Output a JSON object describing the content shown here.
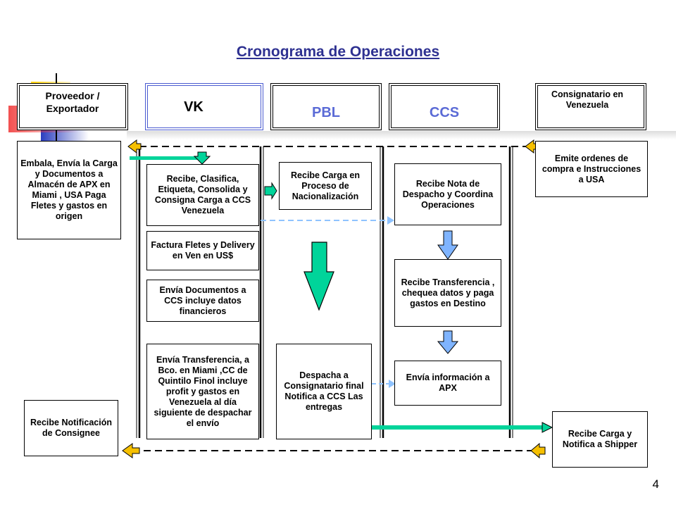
{
  "title": "Cronograma de Operaciones",
  "page_number": "4",
  "colors": {
    "title": "#2e3191",
    "blue_header": "#5b6bd6",
    "green_arrow": "#00d49a",
    "yellow_arrow": "#f6c000",
    "light_blue_arrow": "#8fc3ff"
  },
  "columns": {
    "proveedor": "Proveedor / Exportador",
    "vk": "VK",
    "pbl": "PBL",
    "ccs": "CCS",
    "consignatario": "Consignatario en Venezuela"
  },
  "steps": {
    "embala": "Embala, Envía la Carga y Documentos a Almacén de APX en Miami , USA Paga Fletes y gastos en origen",
    "emite": "Emite ordenes de compra e Instrucciones a USA",
    "recibe_clasifica": "Recibe, Clasifica, Etiqueta, Consolida y Consigna Carga a CCS Venezuela",
    "factura": "Factura Fletes y Delivery en Ven en US$",
    "envia_docs": "Envía Documentos a CCS incluye datos financieros",
    "envia_transferencia": "Envía Transferencia, a Bco. en Miami ,CC de Quintilo Finol incluye profit y gastos en Venezuela al día siguiente de despachar el envío",
    "recibe_carga_pbl": "Recibe Carga en Proceso de Nacionalización",
    "despacha": "Despacha a Consignatario final Notifica a CCS Las entregas",
    "recibe_nota": "Recibe Nota de Despacho y Coordina Operaciones",
    "recibe_transferencia": "Recibe Transferencia , chequea datos y paga gastos en Destino",
    "envia_info": "Envía información a APX",
    "recibe_notificacion": "Recibe Notificación de Consignee",
    "recibe_carga_shipper": "Recibe Carga y Notifica a Shipper"
  }
}
